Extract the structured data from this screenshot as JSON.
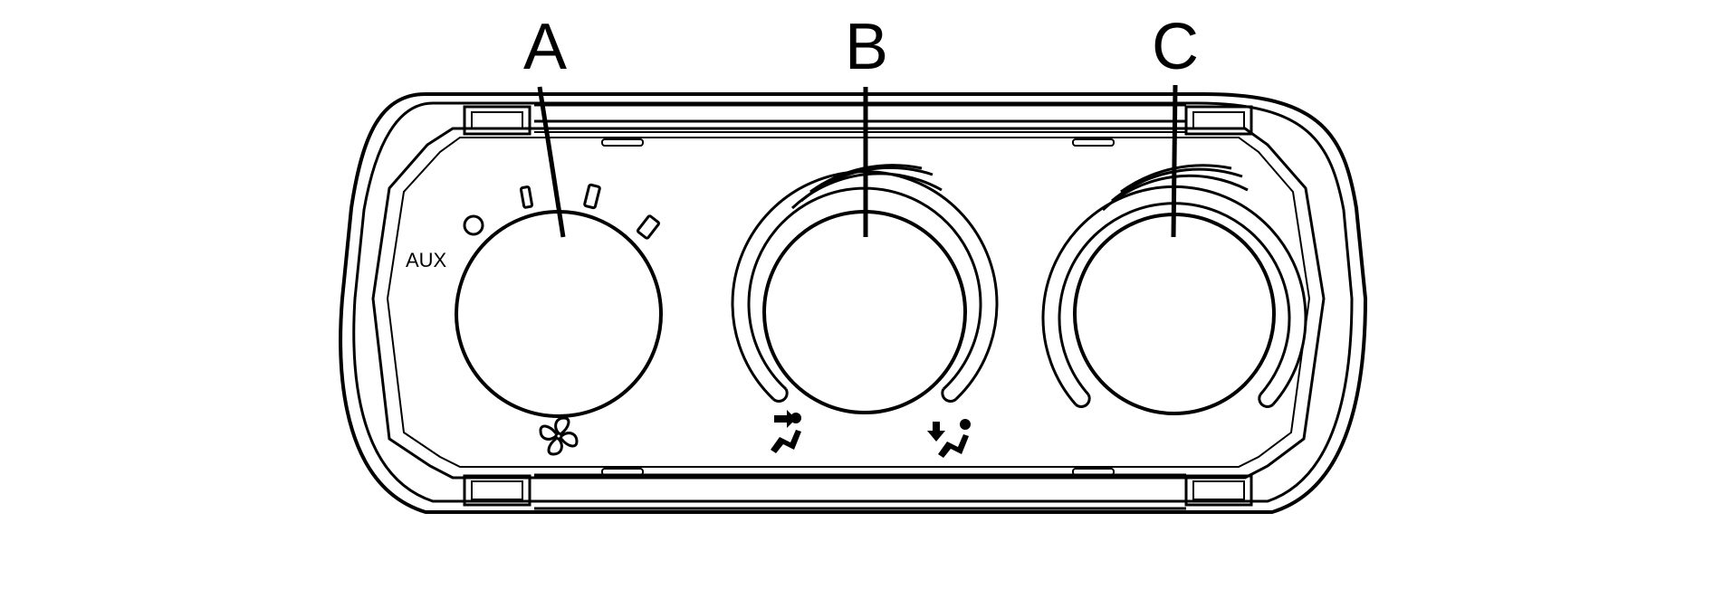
{
  "callouts": {
    "a": "A",
    "b": "B",
    "c": "C"
  },
  "labels": {
    "aux": "AUX"
  },
  "icons": {
    "fan": "fan-icon",
    "vent_mode": "vent-airflow-icon",
    "floor_mode": "floor-airflow-icon"
  },
  "colors": {
    "line": "#000000",
    "background": "#ffffff"
  }
}
